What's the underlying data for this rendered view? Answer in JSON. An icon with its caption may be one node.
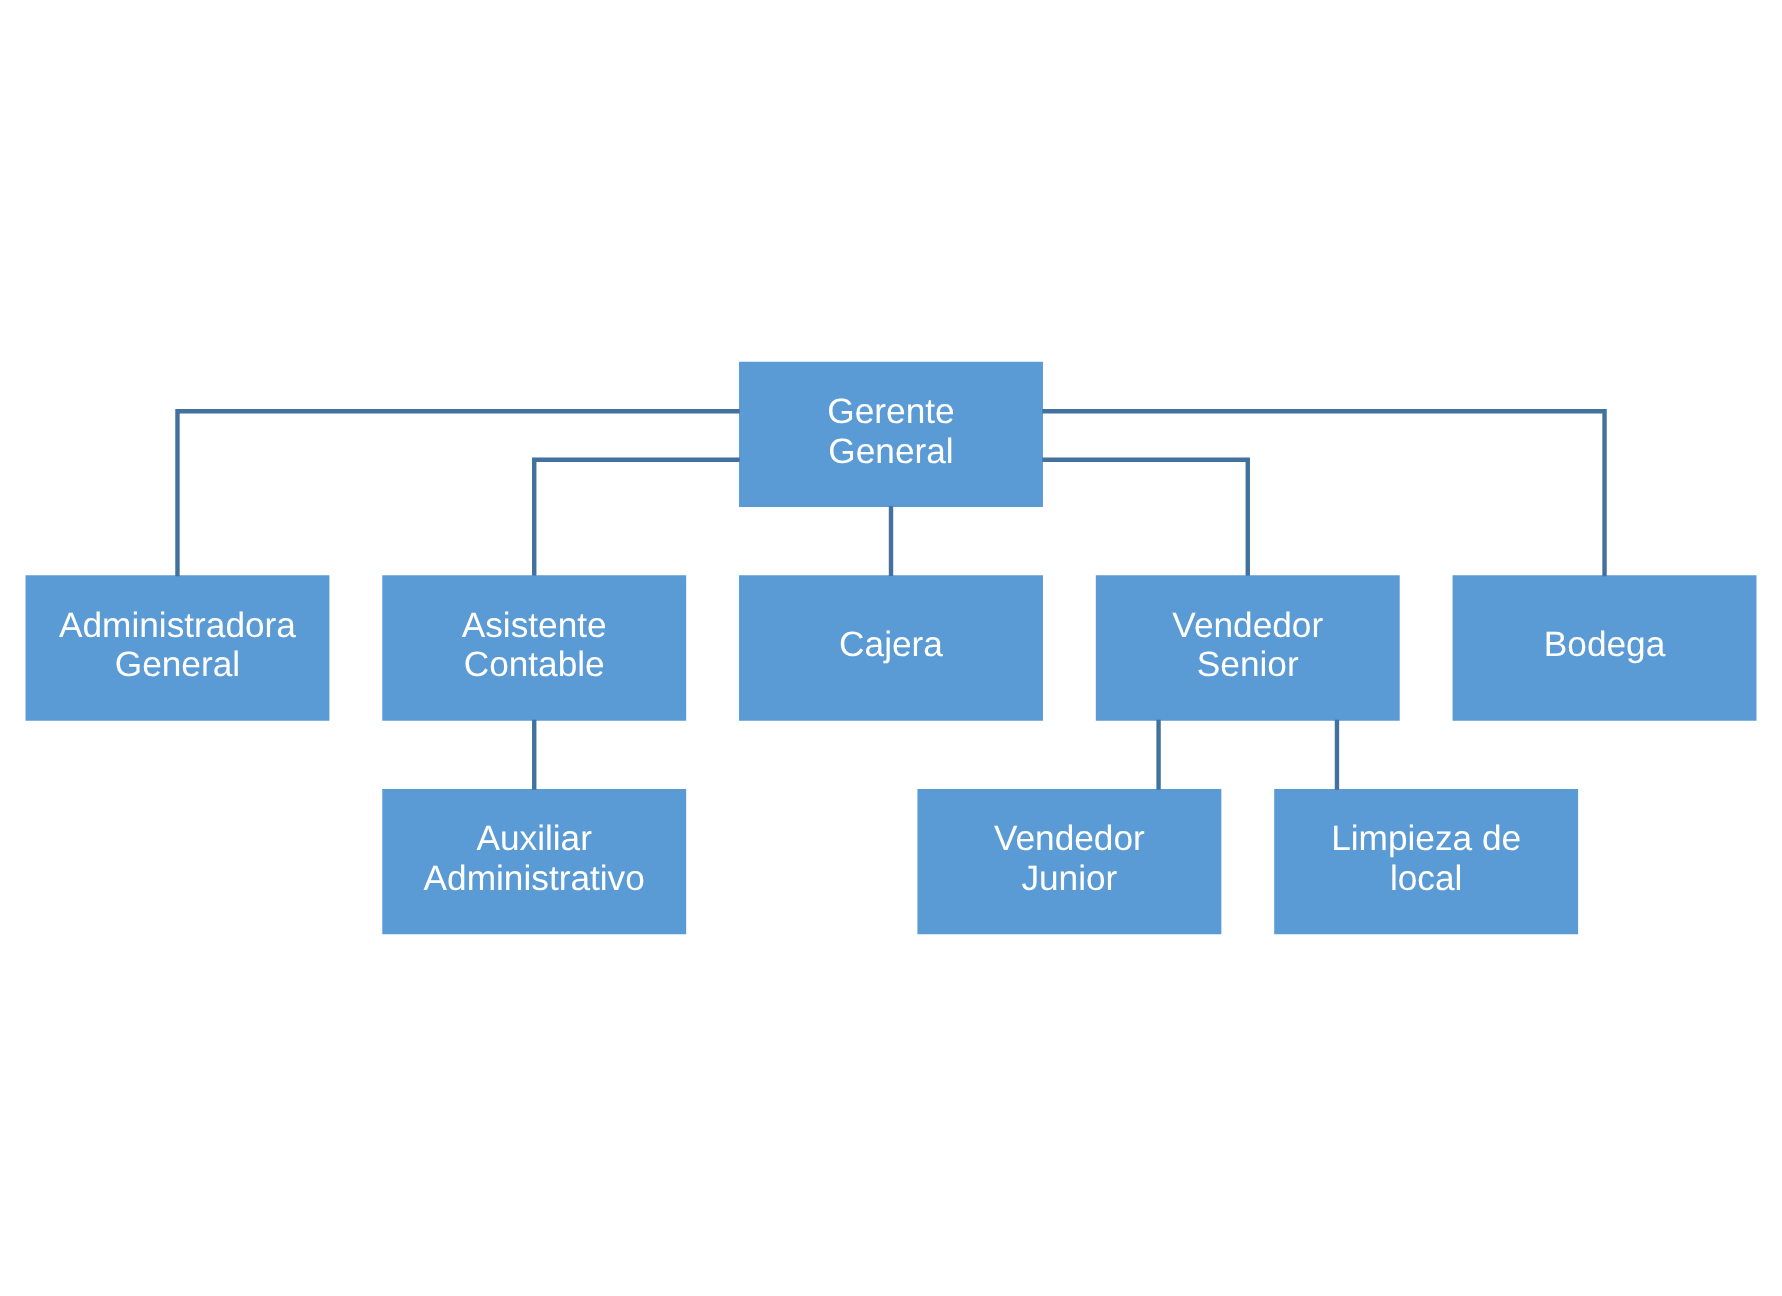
{
  "diagram": {
    "nodes": [
      {
        "text": [
          "Gerente General"
        ]
      },
      {
        "text": [
          "Administradora General"
        ]
      },
      {
        "text": [
          "Asistente Contable"
        ]
      },
      {
        "text": [
          "Cajera"
        ]
      },
      {
        "text": [
          "Vendedor Senior"
        ]
      },
      {
        "text": [
          "Bodega"
        ]
      },
      {
        "text": [
          "Auxiliar Administrativo"
        ]
      },
      {
        "text": [
          "Vendedor Junior"
        ]
      },
      {
        "text": [
          "Limpieza de local"
        ]
      }
    ],
    "edges": [
      {
        "from": 0,
        "to": 1,
        "arrow": "none"
      },
      {
        "from": 0,
        "to": 2,
        "arrow": "none"
      },
      {
        "from": 0,
        "to": 3,
        "arrow": "none"
      },
      {
        "from": 0,
        "to": 4,
        "arrow": "none"
      },
      {
        "from": 0,
        "to": 5,
        "arrow": "none"
      },
      {
        "from": 2,
        "to": 6,
        "arrow": "none"
      },
      {
        "from": 4,
        "to": 7,
        "arrow": "none"
      },
      {
        "from": 4,
        "to": 8,
        "arrow": "none"
      }
    ]
  }
}
